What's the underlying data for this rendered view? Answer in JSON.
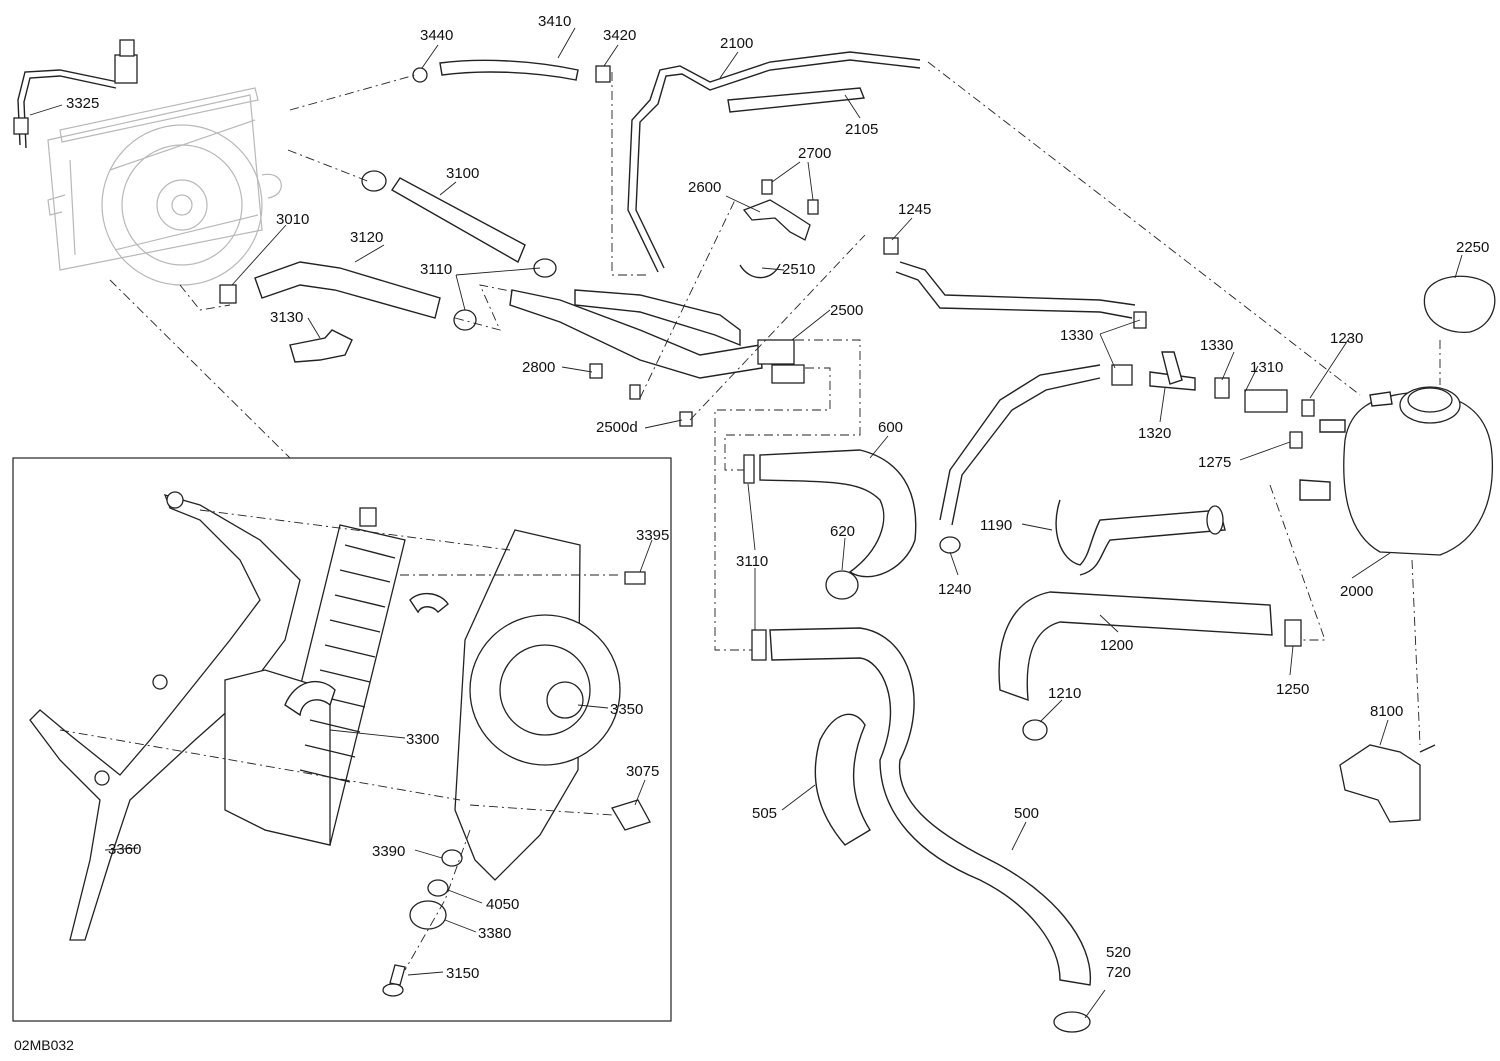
{
  "diagram": {
    "drawing_code": "02MB032",
    "callouts": [
      {
        "id": "3440",
        "label": "3440"
      },
      {
        "id": "3410",
        "label": "3410"
      },
      {
        "id": "3420",
        "label": "3420"
      },
      {
        "id": "2100",
        "label": "2100"
      },
      {
        "id": "3325",
        "label": "3325"
      },
      {
        "id": "2105",
        "label": "2105"
      },
      {
        "id": "2700",
        "label": "2700"
      },
      {
        "id": "3100",
        "label": "3100"
      },
      {
        "id": "2600",
        "label": "2600"
      },
      {
        "id": "3010",
        "label": "3010"
      },
      {
        "id": "1245",
        "label": "1245"
      },
      {
        "id": "3120",
        "label": "3120"
      },
      {
        "id": "2250",
        "label": "2250"
      },
      {
        "id": "3110a",
        "label": "3110"
      },
      {
        "id": "2510",
        "label": "2510"
      },
      {
        "id": "2500",
        "label": "2500"
      },
      {
        "id": "3130",
        "label": "3130"
      },
      {
        "id": "1330a",
        "label": "1330"
      },
      {
        "id": "1330b",
        "label": "1330"
      },
      {
        "id": "1230",
        "label": "1230"
      },
      {
        "id": "2800",
        "label": "2800"
      },
      {
        "id": "1310",
        "label": "1310"
      },
      {
        "id": "2500d",
        "label": "2500d"
      },
      {
        "id": "600",
        "label": "600"
      },
      {
        "id": "1320",
        "label": "1320"
      },
      {
        "id": "1275",
        "label": "1275"
      },
      {
        "id": "620",
        "label": "620"
      },
      {
        "id": "1190",
        "label": "1190"
      },
      {
        "id": "3395",
        "label": "3395"
      },
      {
        "id": "3110b",
        "label": "3110"
      },
      {
        "id": "1240",
        "label": "1240"
      },
      {
        "id": "2000",
        "label": "2000"
      },
      {
        "id": "1200",
        "label": "1200"
      },
      {
        "id": "1250",
        "label": "1250"
      },
      {
        "id": "1210",
        "label": "1210"
      },
      {
        "id": "3350",
        "label": "3350"
      },
      {
        "id": "8100",
        "label": "8100"
      },
      {
        "id": "3300",
        "label": "3300"
      },
      {
        "id": "3075",
        "label": "3075"
      },
      {
        "id": "505",
        "label": "505"
      },
      {
        "id": "500",
        "label": "500"
      },
      {
        "id": "3360",
        "label": "3360"
      },
      {
        "id": "3390",
        "label": "3390"
      },
      {
        "id": "4050",
        "label": "4050"
      },
      {
        "id": "3380",
        "label": "3380"
      },
      {
        "id": "520",
        "label": "520"
      },
      {
        "id": "720",
        "label": "720"
      },
      {
        "id": "3150",
        "label": "3150"
      }
    ]
  }
}
